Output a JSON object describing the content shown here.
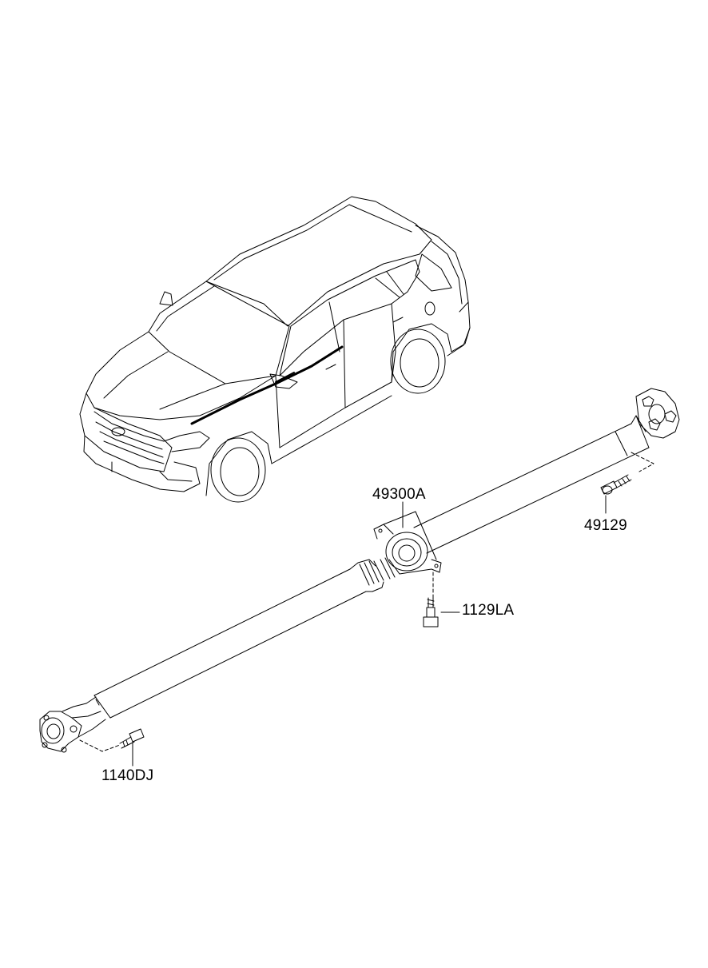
{
  "diagram": {
    "parts": [
      {
        "id": "49300A",
        "label": "49300A"
      },
      {
        "id": "49129",
        "label": "49129"
      },
      {
        "id": "1129LA",
        "label": "1129LA"
      },
      {
        "id": "1140DJ",
        "label": "1140DJ"
      }
    ],
    "colors": {
      "line": "#000000",
      "background": "#ffffff"
    }
  }
}
